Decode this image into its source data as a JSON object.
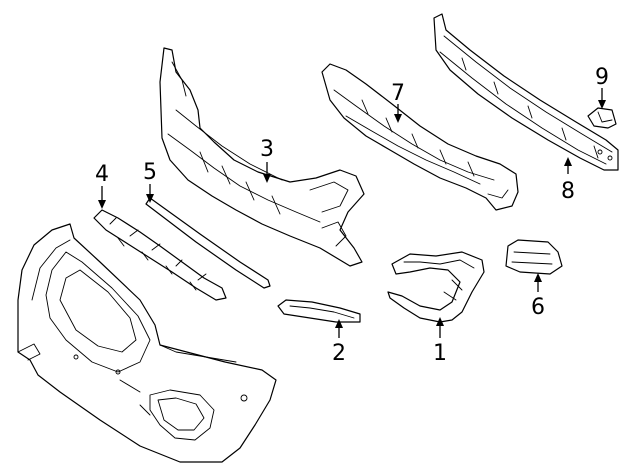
{
  "callouts": [
    {
      "id": "c1",
      "label": "1"
    },
    {
      "id": "c2",
      "label": "2"
    },
    {
      "id": "c3",
      "label": "3"
    },
    {
      "id": "c4",
      "label": "4"
    },
    {
      "id": "c5",
      "label": "5"
    },
    {
      "id": "c6",
      "label": "6"
    },
    {
      "id": "c7",
      "label": "7"
    },
    {
      "id": "c8",
      "label": "8"
    },
    {
      "id": "c9",
      "label": "9"
    }
  ],
  "colors": {
    "line": "#000000",
    "background": "#ffffff"
  }
}
